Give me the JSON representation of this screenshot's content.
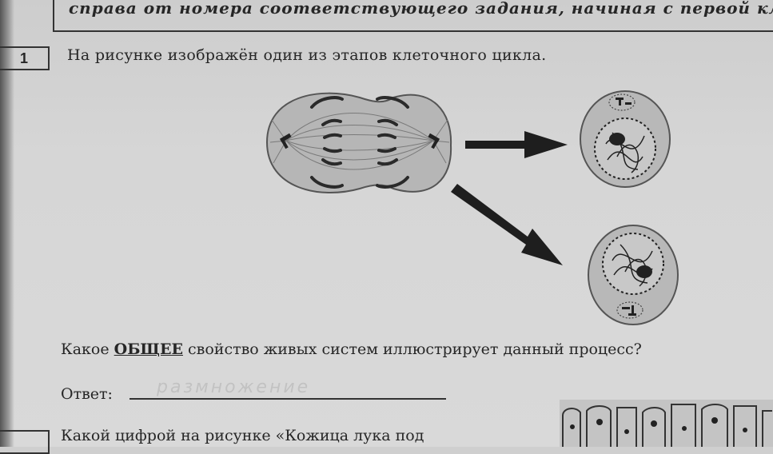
{
  "header": {
    "instruction": "справа от номера соответствующего задания, начиная с первой кле"
  },
  "task1": {
    "number": "1",
    "prompt": "На рисунке изображён один из этапов клеточного цикла.",
    "question_prefix": "Какое ",
    "question_emphasis": "ОБЩЕЕ",
    "question_suffix": " свойство живых систем иллюстрирует данный процесс?",
    "answer_label": "Ответ:",
    "answer_value": "размножение"
  },
  "task2": {
    "prompt": "Какой цифрой на рисунке «Кожица лука под"
  }
}
